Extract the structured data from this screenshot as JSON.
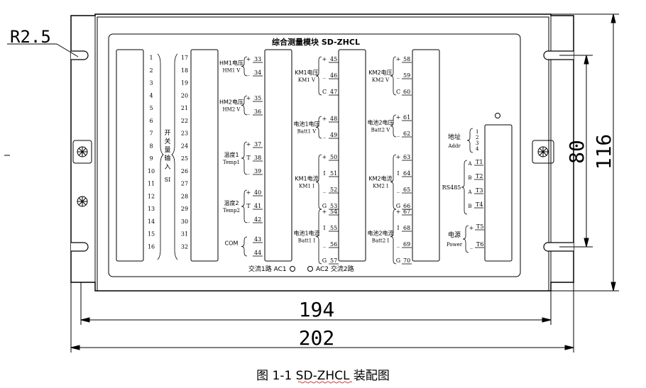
{
  "module_title": "综合测量模块 SD-ZHCL",
  "caption": "图 1-1 SD-ZHCL 装配图",
  "dimensions": {
    "radius": "R2.5",
    "inner_width": "194",
    "outer_width": "202",
    "hole_spacing": "80",
    "height": "116"
  },
  "left_block": {
    "numbers_a": [
      "1",
      "2",
      "3",
      "4",
      "5",
      "6",
      "7",
      "8",
      "9",
      "10",
      "11",
      "12",
      "13",
      "14",
      "15",
      "16"
    ],
    "numbers_b": [
      "17",
      "18",
      "19",
      "20",
      "21",
      "22",
      "23",
      "24",
      "25",
      "26",
      "27",
      "28",
      "29",
      "30",
      "31",
      "32"
    ],
    "label_chars": [
      "开",
      "关",
      "量",
      "输",
      "入"
    ],
    "label_code": "SI"
  },
  "column2": {
    "groups": [
      {
        "cn": "HM1电压",
        "en": "HM1 V",
        "pins": [
          "33",
          "34"
        ],
        "signs": [
          "+",
          "_"
        ]
      },
      {
        "cn": "HM2电压",
        "en": "HM2 V",
        "pins": [
          "35",
          "36"
        ],
        "signs": [
          "+",
          "_"
        ]
      },
      {
        "cn": "温度1",
        "en": "Temp1",
        "pins": [
          "37",
          "38",
          "39"
        ],
        "signs": [
          "+",
          "T",
          "_"
        ]
      },
      {
        "cn": "温度2",
        "en": "Temp2",
        "pins": [
          "40",
          "41",
          "42"
        ],
        "signs": [
          "+",
          "T",
          "_"
        ]
      },
      {
        "cn": "COM",
        "en": "",
        "pins": [
          "43",
          "44"
        ],
        "signs": [
          "",
          ""
        ]
      }
    ]
  },
  "column3": {
    "groups": [
      {
        "cn": "KM1电压",
        "en": "KM1 V",
        "pins": [
          "45",
          "46",
          "47"
        ],
        "signs": [
          "+",
          "_",
          "C"
        ]
      },
      {
        "cn": "电池1电压",
        "en": "Batt1 V",
        "pins": [
          "48",
          "49"
        ],
        "signs": [
          "+",
          "_"
        ]
      },
      {
        "cn": "KM1电流",
        "en": "KM1 I",
        "pins": [
          "50",
          "51",
          "52",
          "53"
        ],
        "signs": [
          "+",
          "I",
          "_",
          "G"
        ]
      },
      {
        "cn": "电池1电流",
        "en": "Batt1 I",
        "pins": [
          "54",
          "55",
          "56",
          "57"
        ],
        "signs": [
          "+",
          "I",
          "_",
          "G"
        ]
      }
    ]
  },
  "column4": {
    "groups": [
      {
        "cn": "KM2电压",
        "en": "KM2 V",
        "pins": [
          "58",
          "59",
          "60"
        ],
        "signs": [
          "+",
          "_",
          "C"
        ]
      },
      {
        "cn": "电池2电压",
        "en": "Batt2 V",
        "pins": [
          "61",
          "62"
        ],
        "signs": [
          "+",
          "_"
        ]
      },
      {
        "cn": "KM2电流",
        "en": "KM2 I",
        "pins": [
          "63",
          "64",
          "65",
          "66"
        ],
        "signs": [
          "+",
          "I",
          "_",
          "G"
        ]
      },
      {
        "cn": "电池2电流",
        "en": "Batt2 I",
        "pins": [
          "67",
          "68",
          "69",
          "70"
        ],
        "signs": [
          "+",
          "I",
          "_",
          "G"
        ]
      }
    ]
  },
  "right_block": {
    "addr_cn": "地址",
    "addr_en": "Addr",
    "addr_pins": [
      "1",
      "2",
      "3",
      "4"
    ],
    "rs485": "RS485",
    "rs485_pins": [
      "T1",
      "T2",
      "T3",
      "T4"
    ],
    "rs485_signs": [
      "A",
      "B",
      "A",
      "B"
    ],
    "power_cn": "电源",
    "power_en": "Power",
    "power_pins": [
      "T5",
      "T6"
    ],
    "power_signs": [
      "+",
      "_"
    ]
  },
  "ac_labels": {
    "ac1": "交流1路 AC1",
    "ac2": "AC2 交流2路"
  }
}
